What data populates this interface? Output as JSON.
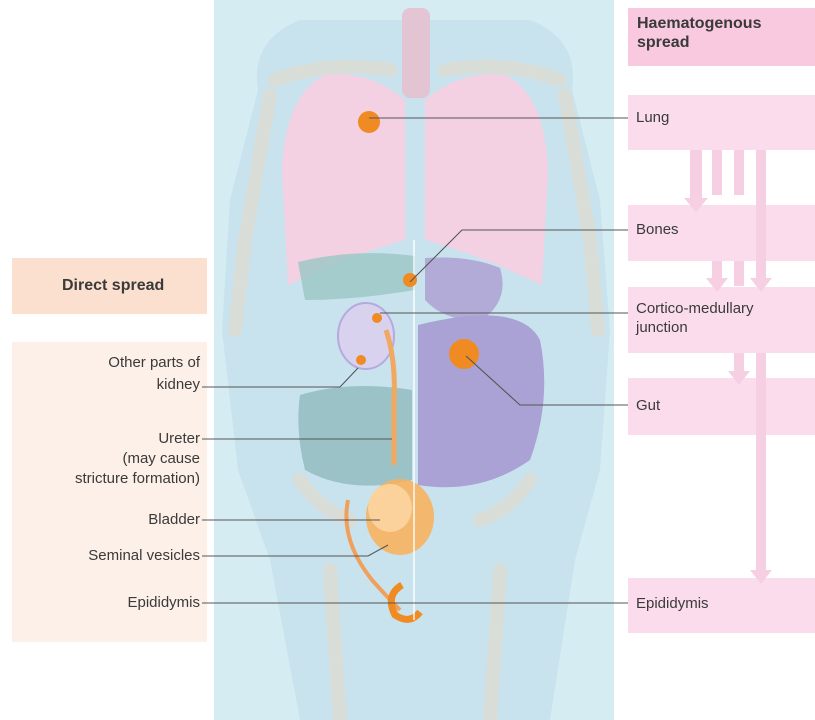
{
  "headings": {
    "haematogenous": "Haematogenous spread",
    "direct": "Direct spread"
  },
  "right_labels": {
    "lung": "Lung",
    "bones": "Bones",
    "cortico_line1": "Cortico-medullary",
    "cortico_line2": "junction",
    "gut": "Gut",
    "epididymis": "Epididymis"
  },
  "left_labels": {
    "other_line1": "Other parts of",
    "other_line2": "kidney",
    "ureter_line1": "Ureter",
    "ureter_line2": "(may cause",
    "ureter_line3": "stricture formation)",
    "bladder": "Bladder",
    "seminal": "Seminal vesicles",
    "epididymis": "Epididymis"
  },
  "colors": {
    "right_panel": "#f9d3ea",
    "left_panel": "#fde5d9",
    "lesion": "#f08a22",
    "lung": "#f7cfe2",
    "gut": "#b4acd8",
    "body": "#cfe6ef"
  }
}
